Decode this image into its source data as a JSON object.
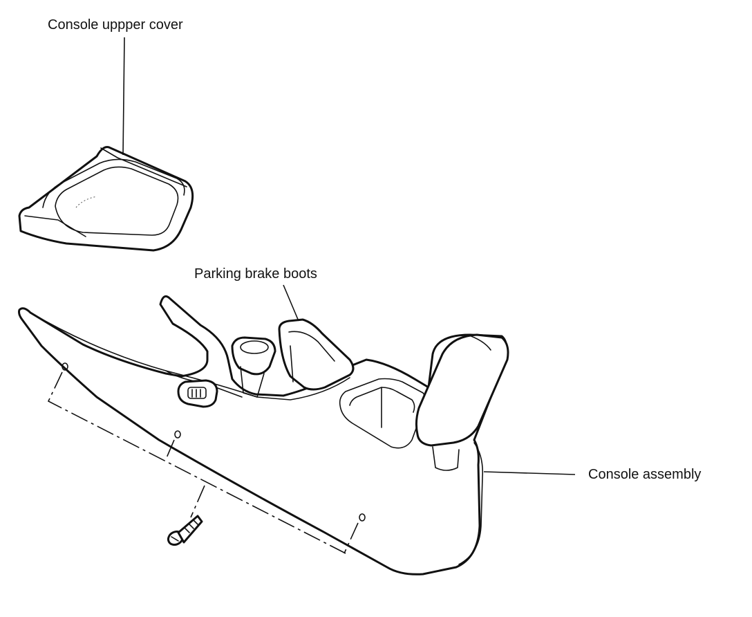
{
  "labels": {
    "console_upper_cover": "Console uppper cover",
    "parking_brake_boots": "Parking brake boots",
    "console_assembly": "Console assembly"
  },
  "colors": {
    "line": "#111111",
    "background": "#ffffff"
  }
}
